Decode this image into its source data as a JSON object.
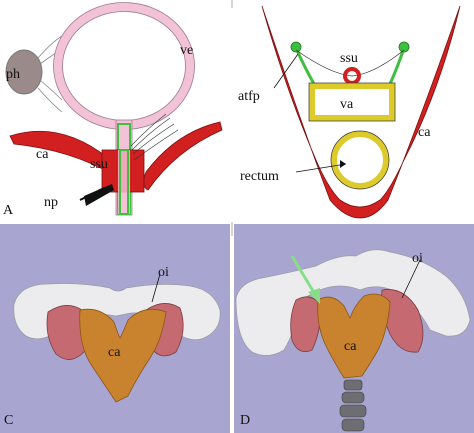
{
  "panels": {
    "A": {
      "letter": "A",
      "labels": {
        "ph": "ph",
        "ve": "ve",
        "ca": "ca",
        "ssu": "ssu",
        "np": "np"
      }
    },
    "B": {
      "labels": {
        "ssu": "ssu",
        "atfp": "atfp",
        "va": "va",
        "ca": "ca",
        "rectum": "rectum"
      }
    },
    "C": {
      "letter": "C",
      "labels": {
        "oi": "oi",
        "ca": "ca"
      }
    },
    "D": {
      "letter": "D",
      "labels": {
        "oi": "oi",
        "ca": "ca"
      }
    }
  },
  "colors": {
    "ring_pink": "#f2c2d6",
    "muscle_red": "#d21f1f",
    "fascia_green": "#3fbf3f",
    "canal_yellow": "#dccb2a",
    "pelvis_bg": "#a8a6d0",
    "bone_white": "#ececee",
    "oi_pink": "#c46a70",
    "ca_orange": "#c9832e",
    "arrow_green": "#88dd88"
  }
}
